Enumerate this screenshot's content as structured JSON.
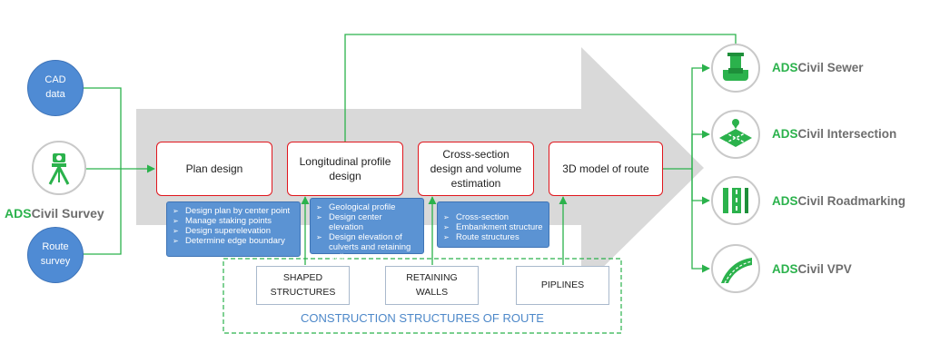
{
  "inputs": {
    "cad_data": "CAD\ndata",
    "survey_brand": "ADS",
    "survey_product": "Civil Survey",
    "route_survey": "Route\nsurvey"
  },
  "steps": [
    {
      "label": "Plan design"
    },
    {
      "label": "Longitudinal profile\ndesign"
    },
    {
      "label": "Cross-section\ndesign and volume\nestimation"
    },
    {
      "label": "3D model of route"
    }
  ],
  "notes": [
    {
      "items": [
        "Design plan by center point",
        "Manage staking points",
        "Design superelevation",
        "Determine edge boundary"
      ]
    },
    {
      "items": [
        "Geological  profile",
        "Design center elevation",
        "Design elevation of culverts and retaining walls"
      ]
    },
    {
      "items": [
        "Cross-section",
        "Embankment structure",
        "Route structures"
      ]
    }
  ],
  "structures": {
    "group_label": "CONSTRUCTION STRUCTURES OF ROUTE",
    "items": [
      "SHAPED\nSTRUCTURES",
      "RETAINING\nWALLS",
      "PIPLINES"
    ]
  },
  "tools": [
    {
      "brand": "ADS",
      "product": "Civil Sewer",
      "icon": "sewer-pipe-icon"
    },
    {
      "brand": "ADS",
      "product": "Civil Intersection",
      "icon": "intersection-icon"
    },
    {
      "brand": "ADS",
      "product": "Civil Roadmarking",
      "icon": "road-marking-icon"
    },
    {
      "brand": "ADS",
      "product": "Civil VPV",
      "icon": "curved-road-icon"
    }
  ],
  "colors": {
    "accent_green": "#2bb24c",
    "step_border": "#e0161d",
    "note_blue": "#5b93d3",
    "arrow_gray": "#d9d9d9"
  }
}
